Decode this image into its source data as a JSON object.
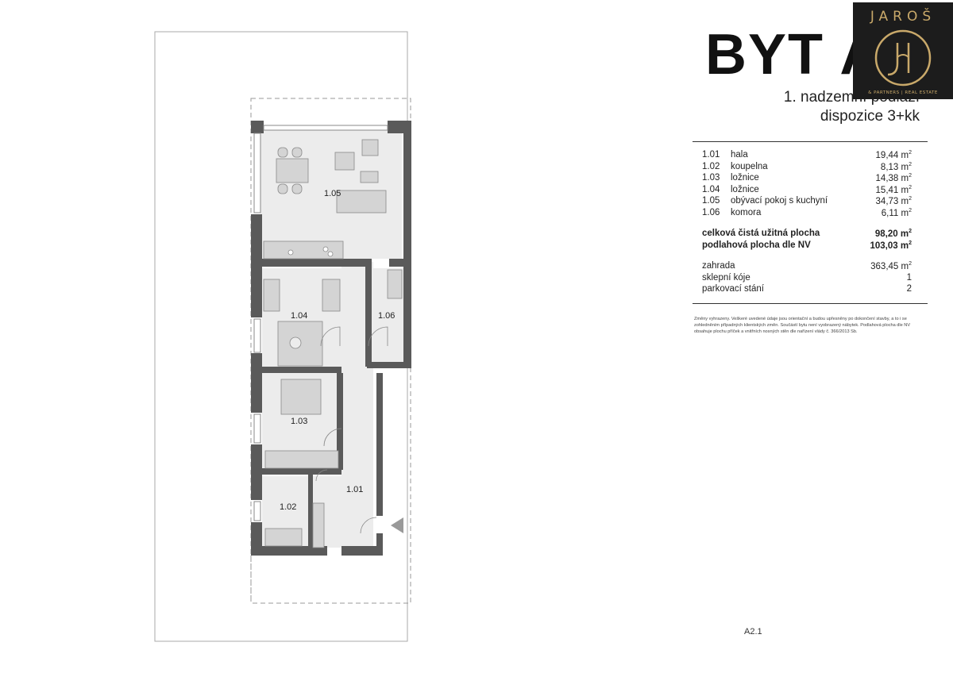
{
  "header": {
    "title": "BYT A",
    "floor": "1. nadzemní podlaží",
    "layout": "dispozice 3+kk"
  },
  "logo": {
    "name": "JAROŠ",
    "tagline": "& PARTNERS | REAL ESTATE",
    "gold_color": "#c9a96a",
    "background": "#1c1c1c"
  },
  "rooms": [
    {
      "code": "1.01",
      "name": "hala",
      "area": "19,44 m",
      "unit_exp": "2"
    },
    {
      "code": "1.02",
      "name": "koupelna",
      "area": "8,13 m",
      "unit_exp": "2"
    },
    {
      "code": "1.03",
      "name": "ložnice",
      "area": "14,38 m",
      "unit_exp": "2"
    },
    {
      "code": "1.04",
      "name": "ložnice",
      "area": "15,41 m",
      "unit_exp": "2"
    },
    {
      "code": "1.05",
      "name": "obývací pokoj s kuchyní",
      "area": "34,73 m",
      "unit_exp": "2"
    },
    {
      "code": "1.06",
      "name": "komora",
      "area": "6,11 m",
      "unit_exp": "2"
    }
  ],
  "totals": [
    {
      "label": "celková čistá užitná plocha",
      "value": "98,20 m",
      "unit_exp": "2"
    },
    {
      "label": "podlahová plocha dle NV",
      "value": "103,03 m",
      "unit_exp": "2"
    }
  ],
  "extras": [
    {
      "label": "zahrada",
      "value": "363,45 m",
      "unit_exp": "2"
    },
    {
      "label": "sklepní kóje",
      "value": "1",
      "unit_exp": ""
    },
    {
      "label": "parkovací stání",
      "value": "2",
      "unit_exp": ""
    }
  ],
  "disclaimer": "Změny vyhrazeny. Veškeré uvedené údaje jsou orientační a budou upřesněny po dokončení stavby, a to i se zohledněním případných klientských změn. Součástí bytu není vyobrazený nábytek. Podlahová plocha dle NV obsahuje plochu příček a vnitřních nosných stěn dle nařízení vlády č. 366/2013 Sb.",
  "plan_labels": {
    "r105": "1.05",
    "r104": "1.04",
    "r106": "1.06",
    "r103": "1.03",
    "r102": "1.02",
    "r101": "1.01"
  },
  "keymap": {
    "label": "A2.1",
    "north": "S"
  },
  "colors": {
    "wall": "#5a5a5a",
    "floor": "#ececec",
    "furniture": "#d4d4d4",
    "line": "#9a9a9a"
  }
}
